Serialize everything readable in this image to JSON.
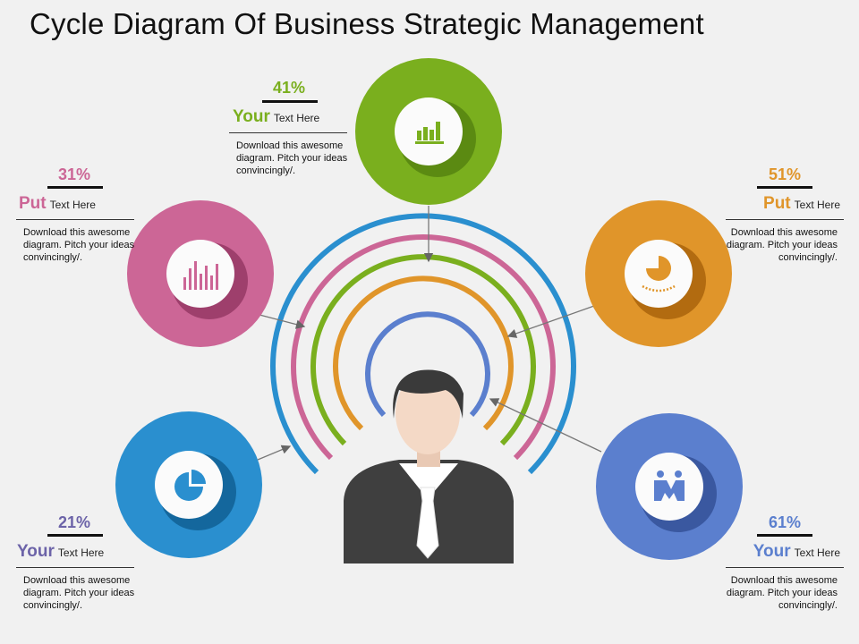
{
  "title": "Cycle Diagram Of Business Strategic Management",
  "colors": {
    "green": "#7aaf1e",
    "pink": "#cc6696",
    "orange": "#e0952a",
    "blue": "#2a8fcf",
    "periwinkle": "#5b7fce",
    "purple_text": "#6c63a8",
    "background": "#f1f1f1"
  },
  "items": [
    {
      "key": "green",
      "percent": "41%",
      "word": "Your",
      "rest": "Text Here",
      "body": "Download this awesome diagram. Pitch your ideas convincingly/.",
      "icon": "bar-chart-icon",
      "color": "#7aaf1e"
    },
    {
      "key": "pink",
      "percent": "31%",
      "word": "Put",
      "rest": "Text Here",
      "body": "Download this awesome diagram. Pitch your ideas convincingly/.",
      "icon": "equalizer-icon",
      "color": "#cc6696"
    },
    {
      "key": "orange",
      "percent": "51%",
      "word": "Put",
      "rest": "Text Here",
      "body": "Download this awesome diagram. Pitch your ideas convincingly/.",
      "icon": "pie-gauge-icon",
      "color": "#e0952a"
    },
    {
      "key": "blue",
      "percent": "21%",
      "word": "Your",
      "rest": "Text Here",
      "body": "Download this awesome diagram. Pitch your ideas convincingly/.",
      "icon": "pie-chart-icon",
      "color": "#6c63a8"
    },
    {
      "key": "periwinkle",
      "percent": "61%",
      "word": "Your",
      "rest": "Text Here",
      "body": "Download this awesome diagram. Pitch your ideas convincingly/.",
      "icon": "handshake-people-icon",
      "color": "#5b7fce"
    }
  ],
  "center_icon": "businessman-icon"
}
